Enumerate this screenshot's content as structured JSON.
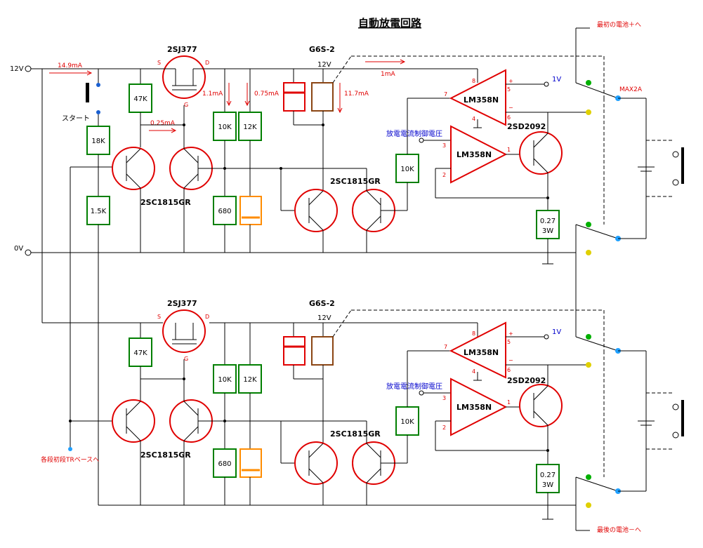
{
  "title": "自動放電回路",
  "terminals": {
    "v12": "12V",
    "v0": "0V"
  },
  "top": {
    "currents": {
      "main": "14.9mA",
      "gate": "0.25mA",
      "r10k": "1.1mA",
      "r12k": "0.75mA",
      "relay": "11.7mA",
      "opamp": "1mA"
    },
    "start_label": "スタート",
    "fet": "2SJ377",
    "fet_s": "S",
    "fet_d": "D",
    "fet_g": "G",
    "relay_name": "G6S-2",
    "relay_v": "12V",
    "tr_pair": "2SC1815GR",
    "tr_pair2": "2SC1815GR",
    "op1": "LM358N",
    "op2": "LM358N",
    "darlington": "2SD2092",
    "ctrl_label": "放電電流制御電圧",
    "ref_v": "1V",
    "max_label": "MAX2A",
    "batt_label": "最初の電池＋へ",
    "resistors": {
      "r47k": "47K",
      "r18k": "18K",
      "r15k": "1.5K",
      "r10k_a": "10K",
      "r12k": "12K",
      "r680": "680",
      "r10k_b": "10K",
      "rsense1": "0.27",
      "rsense2": "3W"
    },
    "pins": {
      "p8": "8",
      "p7": "7",
      "p5": "5",
      "p6": "6",
      "p4": "4",
      "p3": "3",
      "p2": "2",
      "p1": "1",
      "plus": "+",
      "minus": "−"
    }
  },
  "bottom": {
    "fet": "2SJ377",
    "fet_s": "S",
    "fet_d": "D",
    "fet_g": "G",
    "relay_name": "G6S-2",
    "relay_v": "12V",
    "tr_pair": "2SC1815GR",
    "tr_pair2": "2SC1815GR",
    "op1": "LM358N",
    "op2": "LM358N",
    "darlington": "2SD2092",
    "ctrl_label": "放電電流制御電圧",
    "ref_v": "1V",
    "next_label": "各段初段TRベースへ",
    "batt_label": "最後の電池－へ",
    "resistors": {
      "r47k": "47K",
      "r10k_a": "10K",
      "r12k": "12K",
      "r680": "680",
      "r10k_b": "10K",
      "rsense1": "0.27",
      "rsense2": "3W"
    },
    "pins": {
      "p8": "8",
      "p7": "7",
      "p5": "5",
      "p6": "6",
      "p4": "4",
      "p3": "3",
      "p2": "2",
      "p1": "1",
      "plus": "+",
      "minus": "−"
    }
  }
}
